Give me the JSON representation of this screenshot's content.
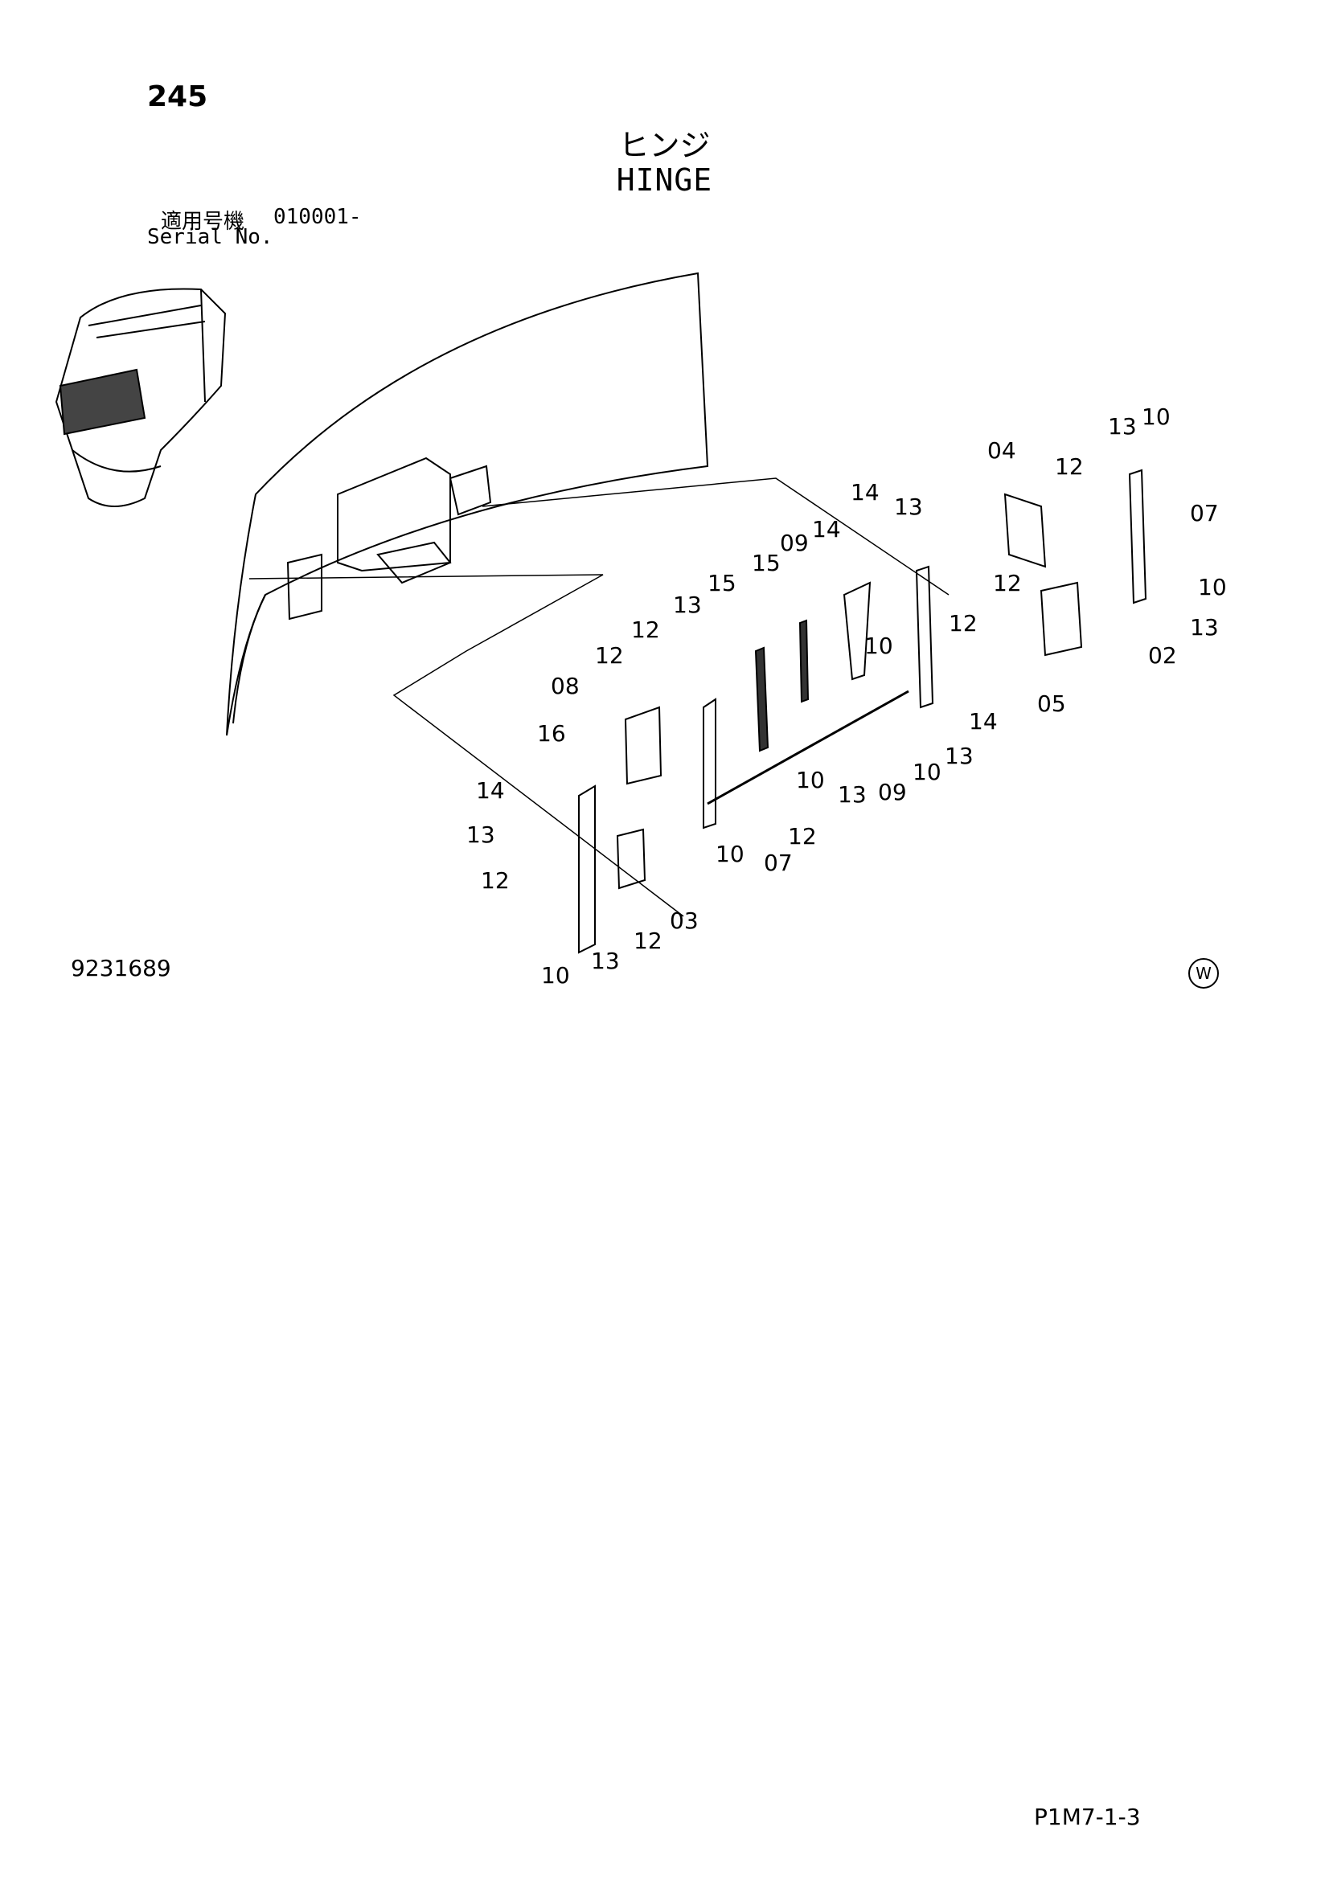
{
  "page_number": "245",
  "title_jp": "ヒンジ",
  "title_en": "HINGE",
  "serial_label_jp": "適用号機",
  "serial_value": "010001-",
  "serial_label_en": "Serial No.",
  "figure_number": "9231689",
  "mark": "W",
  "page_code": "P1M7-1-3",
  "callouts": [
    "13",
    "10",
    "04",
    "12",
    "07",
    "14",
    "13",
    "14",
    "09",
    "12",
    "10",
    "15",
    "15",
    "13",
    "10",
    "12",
    "13",
    "12",
    "02",
    "05",
    "12",
    "08",
    "14",
    "16",
    "13",
    "10",
    "14",
    "09",
    "13",
    "10",
    "13",
    "12",
    "10",
    "07",
    "12",
    "03",
    "12",
    "10",
    "13"
  ]
}
